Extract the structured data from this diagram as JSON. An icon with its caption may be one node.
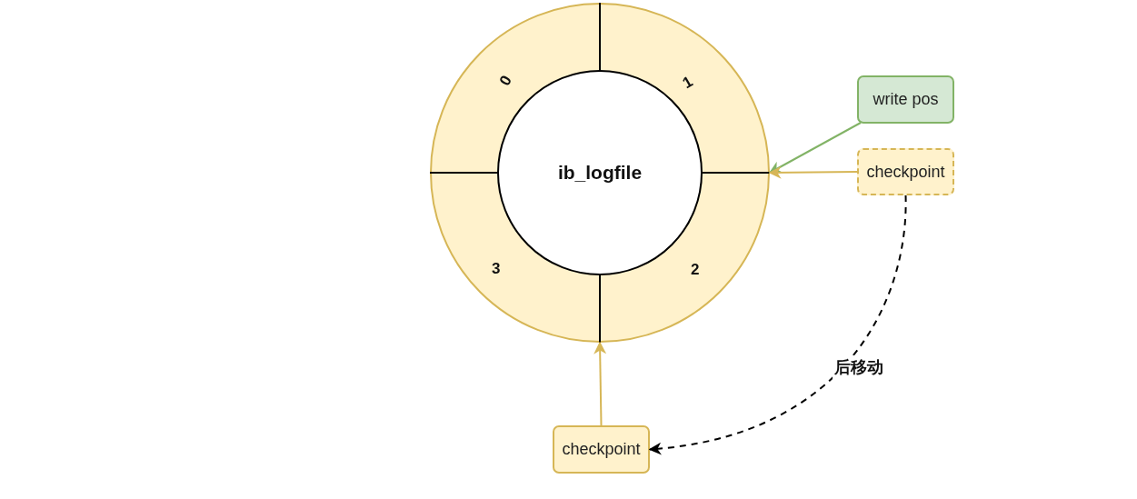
{
  "diagram": {
    "nodes": [
      {
        "text": [],
        "shape": "circle"
      },
      {
        "text": [
          "ib_logfile"
        ],
        "in": 0
      },
      {
        "text": [
          "write pos"
        ]
      },
      {
        "text": [
          "checkpoint"
        ]
      },
      {
        "text": [
          "checkpoint"
        ]
      }
    ],
    "edges": [
      {
        "from": 2,
        "to": 0,
        "arrow": "to",
        "color": "#82b366"
      },
      {
        "from": 3,
        "to": 0,
        "arrow": "to",
        "color": "#d6b656"
      },
      {
        "from": 4,
        "to": 0,
        "arrow": "to",
        "color": "#d6b656"
      },
      {
        "from": 3,
        "to": 4,
        "arrow": "to",
        "style": "dashed",
        "color": "#000000",
        "label": "后移动"
      }
    ],
    "labels": [
      "0",
      "1",
      "3",
      "2"
    ]
  }
}
